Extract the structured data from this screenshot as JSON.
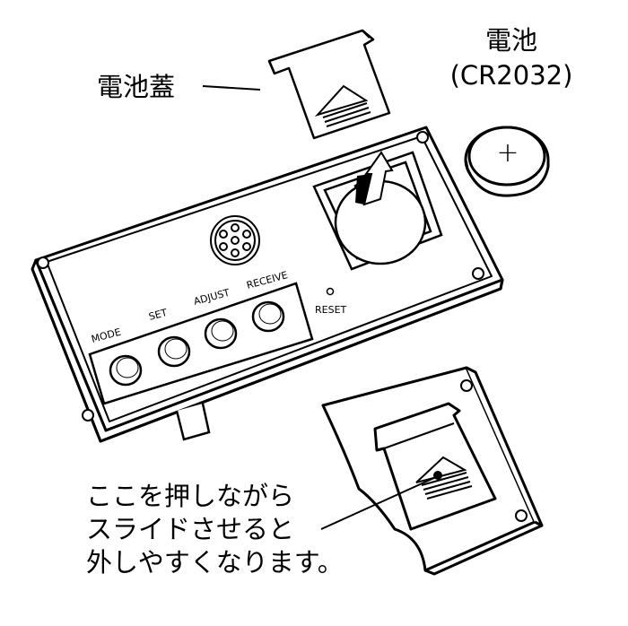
{
  "labels": {
    "battery_cover": "電池蓋",
    "battery_line1": "電池",
    "battery_line2": "(CR2032)",
    "instruction_line1": "ここを押しながら",
    "instruction_line2": "スライドさせると",
    "instruction_line3": "外しやすくなります。"
  },
  "buttons": {
    "mode": "MODE",
    "set": "SET",
    "adjust": "ADJUST",
    "receive": "RECEIVE",
    "reset": "RESET"
  },
  "battery_polarity": "+",
  "colors": {
    "line": "#000000",
    "background": "#ffffff"
  }
}
